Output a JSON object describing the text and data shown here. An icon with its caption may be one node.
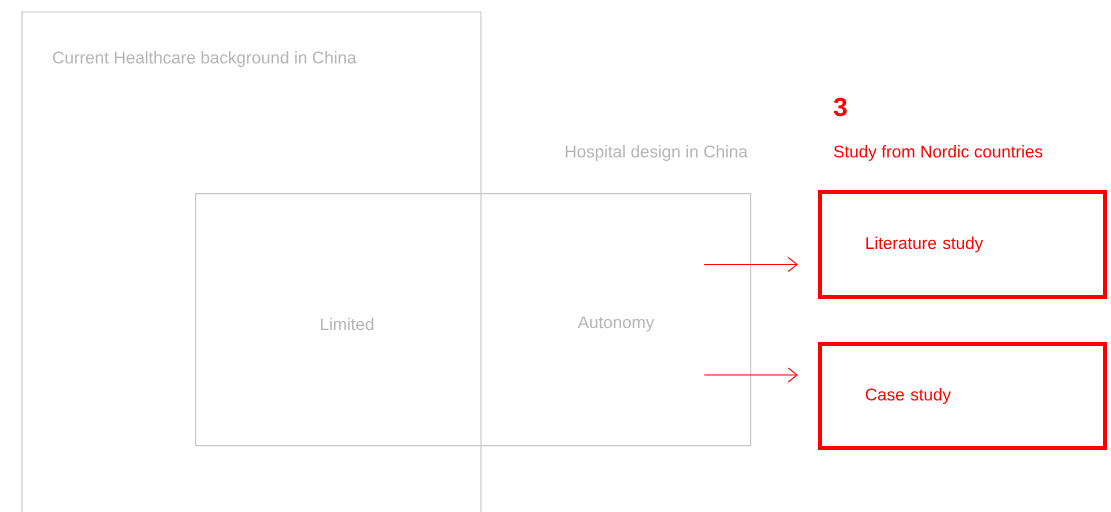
{
  "diagram": {
    "nodes": [
      {
        "text": [
          "Current Healthcare background in China"
        ]
      },
      {
        "text": [
          "Hospital design in China"
        ]
      },
      {
        "text": [
          "Literature study"
        ]
      },
      {
        "text": [
          "Case study"
        ]
      }
    ],
    "edges": [
      {
        "from": 1,
        "to": 2,
        "arrow": "to"
      },
      {
        "from": 1,
        "to": 3,
        "arrow": "to"
      }
    ],
    "labels": [
      "Limited",
      "Autonomy",
      "3",
      "Study from Nordic countries"
    ]
  }
}
